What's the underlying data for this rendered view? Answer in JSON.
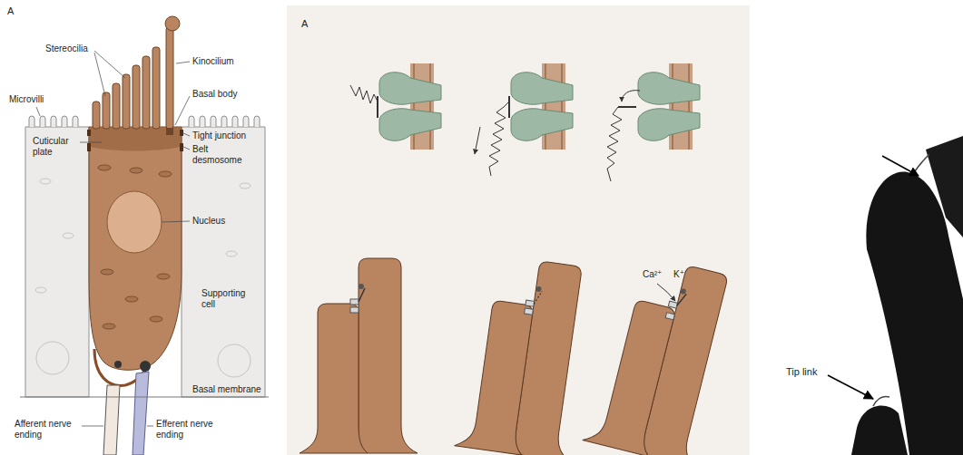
{
  "diagram": {
    "labels": [
      "A",
      "Stereocilia",
      "Kinocilium",
      "Microvilli",
      "Basal body",
      "Cuticular plate",
      "Tight junction",
      "Belt desmosome",
      "Nucleus",
      "Supporting cell",
      "Basal membrane",
      "Afferent nerve ending",
      "Efferent nerve ending",
      "A",
      "Ca²⁺",
      "K⁺",
      "Tip link"
    ]
  }
}
